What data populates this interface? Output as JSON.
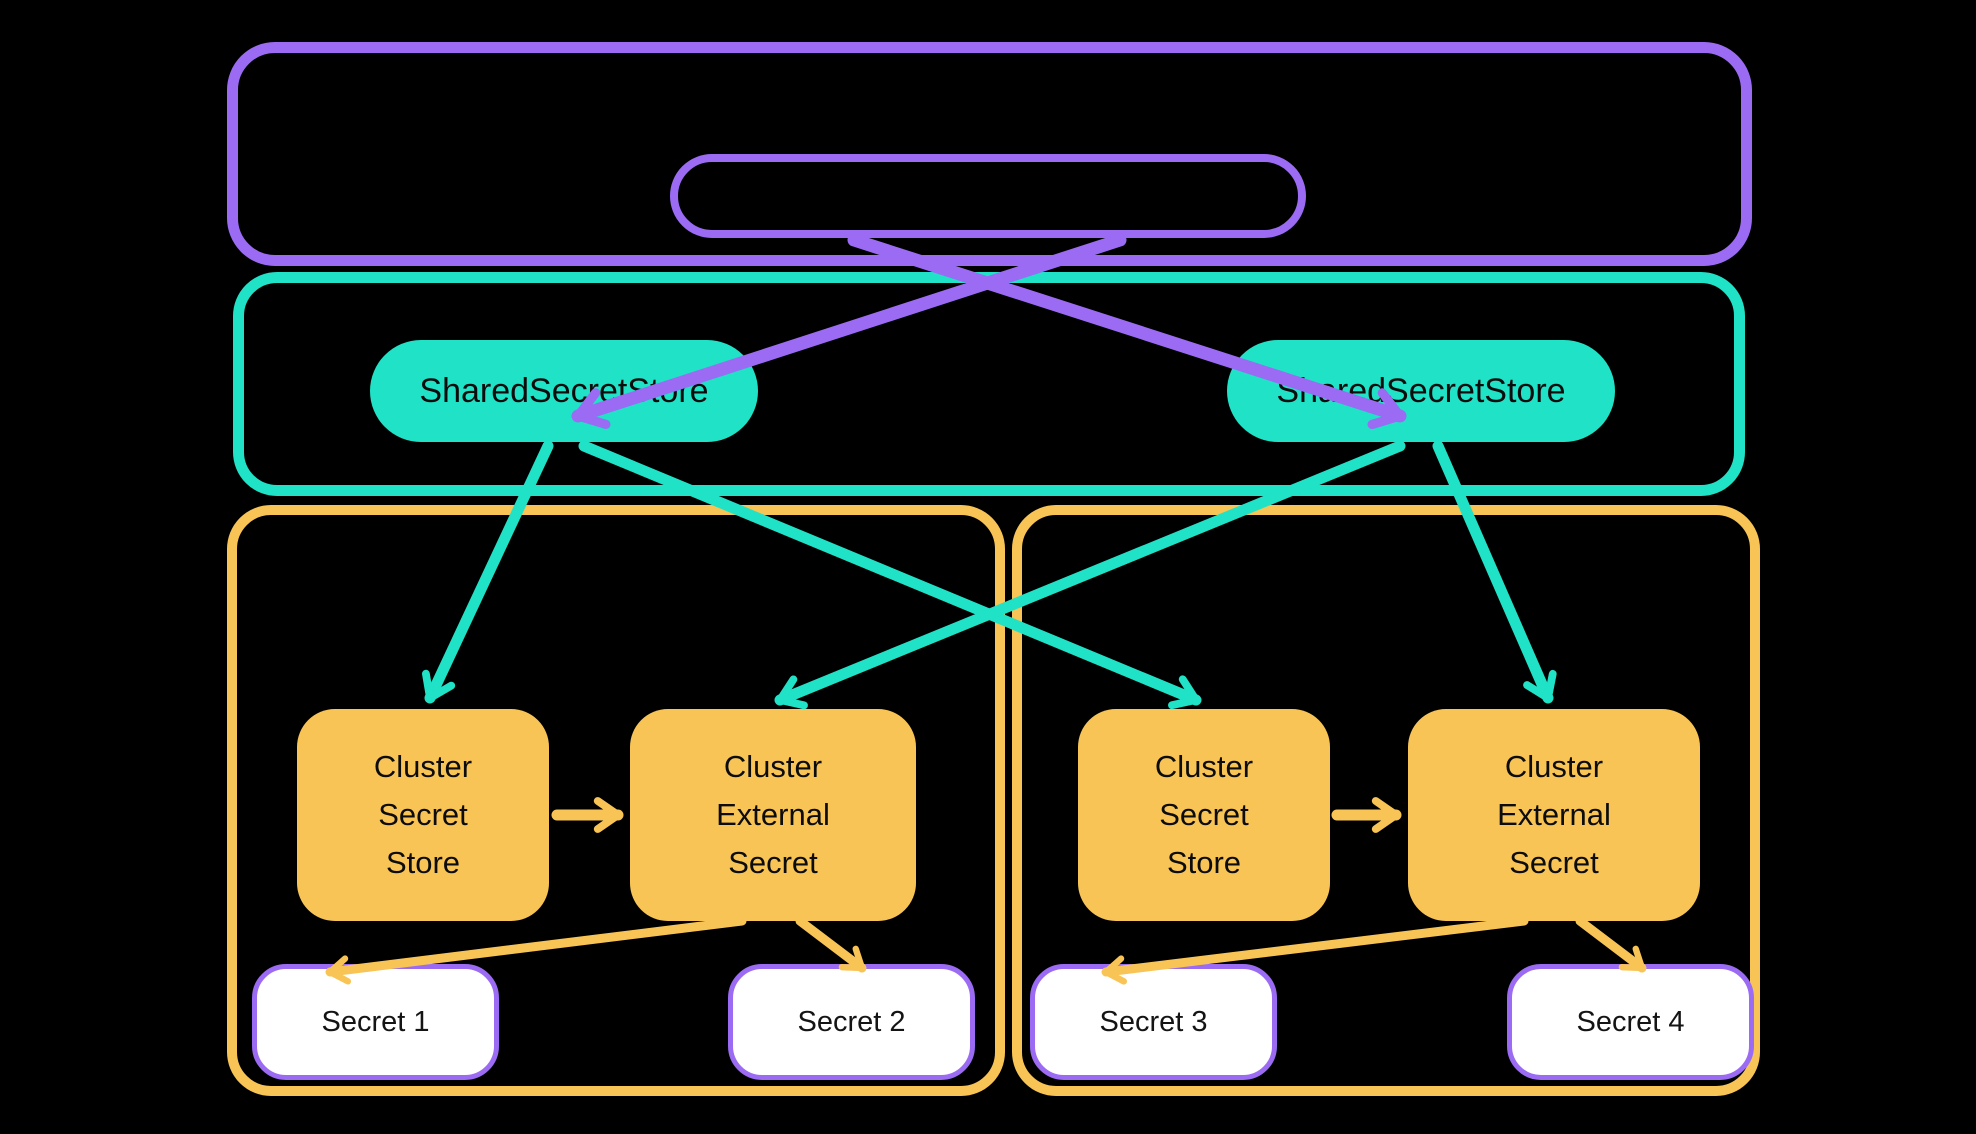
{
  "colors": {
    "background": "#000000",
    "purple": "#9b6bf3",
    "teal": "#1fe2c6",
    "orange": "#f8c455",
    "secret_fill": "#ffffff",
    "text": "#0c0c0c"
  },
  "shared_secret_stores": [
    {
      "label": "SharedSecretStore"
    },
    {
      "label": "SharedSecretStore"
    }
  ],
  "clusters": [
    {
      "secret_store": {
        "lines": [
          "Cluster",
          "Secret",
          "Store"
        ]
      },
      "external_secret": {
        "lines": [
          "Cluster",
          "External",
          "Secret"
        ]
      },
      "secrets": [
        {
          "label": "Secret 1"
        },
        {
          "label": "Secret 2"
        }
      ]
    },
    {
      "secret_store": {
        "lines": [
          "Cluster",
          "Secret",
          "Store"
        ]
      },
      "external_secret": {
        "lines": [
          "Cluster",
          "External",
          "Secret"
        ]
      },
      "secrets": [
        {
          "label": "Secret 3"
        },
        {
          "label": "Secret 4"
        }
      ]
    }
  ],
  "connections": [
    {
      "from": "management-inner-pill",
      "to": "shared-secret-store-left",
      "color": "purple"
    },
    {
      "from": "management-inner-pill",
      "to": "shared-secret-store-right",
      "color": "purple"
    },
    {
      "from": "shared-secret-store-left",
      "to": "cluster-1-secret-store",
      "color": "teal"
    },
    {
      "from": "shared-secret-store-left",
      "to": "cluster-2-secret-store",
      "color": "teal"
    },
    {
      "from": "shared-secret-store-right",
      "to": "cluster-1-external-secret",
      "color": "teal"
    },
    {
      "from": "shared-secret-store-right",
      "to": "cluster-2-external-secret",
      "color": "teal"
    },
    {
      "from": "cluster-1-secret-store",
      "to": "cluster-1-external-secret",
      "color": "orange"
    },
    {
      "from": "cluster-2-secret-store",
      "to": "cluster-2-external-secret",
      "color": "orange"
    },
    {
      "from": "cluster-1-external-secret",
      "to": "secret-1",
      "color": "orange"
    },
    {
      "from": "cluster-1-external-secret",
      "to": "secret-2",
      "color": "orange"
    },
    {
      "from": "cluster-2-external-secret",
      "to": "secret-3",
      "color": "orange"
    },
    {
      "from": "cluster-2-external-secret",
      "to": "secret-4",
      "color": "orange"
    }
  ]
}
